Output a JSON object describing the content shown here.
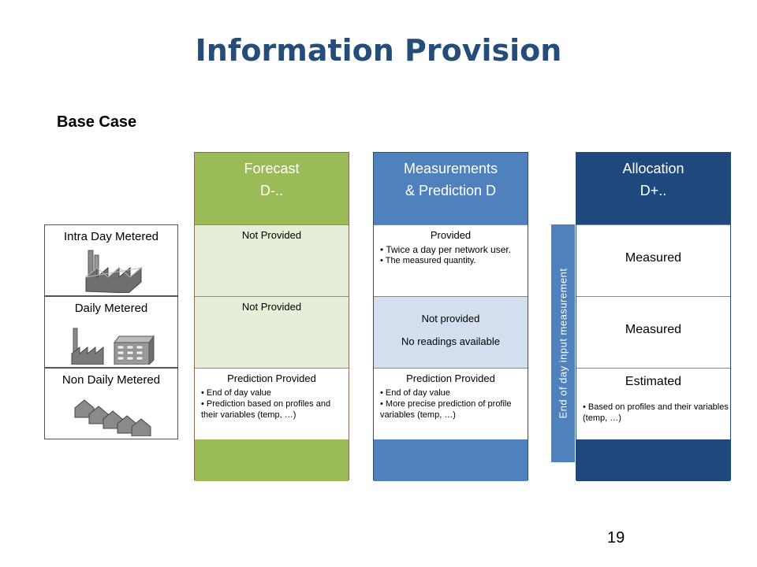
{
  "title": "Information Provision",
  "subtitle": "Base Case",
  "rows": [
    {
      "label": "Intra Day Metered"
    },
    {
      "label": "Daily Metered"
    },
    {
      "label": "Non Daily Metered"
    }
  ],
  "forecast": {
    "header_line1": "Forecast",
    "header_line2": "D-..",
    "cells": [
      {
        "title": "Not Provided"
      },
      {
        "title": "Not Provided"
      },
      {
        "title": "Prediction Provided",
        "bullets": [
          "End of day value",
          "Prediction based on profiles and their variables (temp, …)"
        ]
      }
    ]
  },
  "measurements": {
    "header_line1": "Measurements",
    "header_line2": "& Prediction D",
    "cells": [
      {
        "title": "Provided",
        "bullet_big": "Twice a day per network user.",
        "bullets": [
          "The measured quantity."
        ]
      },
      {
        "title": "Not provided",
        "note": "No readings available"
      },
      {
        "title": "Prediction Provided",
        "bullets": [
          "End of day value",
          "More precise prediction of profile variables (temp, …)"
        ]
      }
    ]
  },
  "allocation": {
    "header_line1": "Allocation",
    "header_line2": "D+..",
    "cells": [
      {
        "title": "Measured"
      },
      {
        "title": "Measured"
      },
      {
        "title": "Estimated",
        "bullets": [
          "Based on profiles and their variables (temp, …)"
        ]
      }
    ]
  },
  "sidebar_label": "End of day input measurement",
  "page_number": "19",
  "colors": {
    "title": "#254d7a",
    "forecast": "#9bbb59",
    "measurements": "#4f81bd",
    "allocation": "#1f497d"
  }
}
